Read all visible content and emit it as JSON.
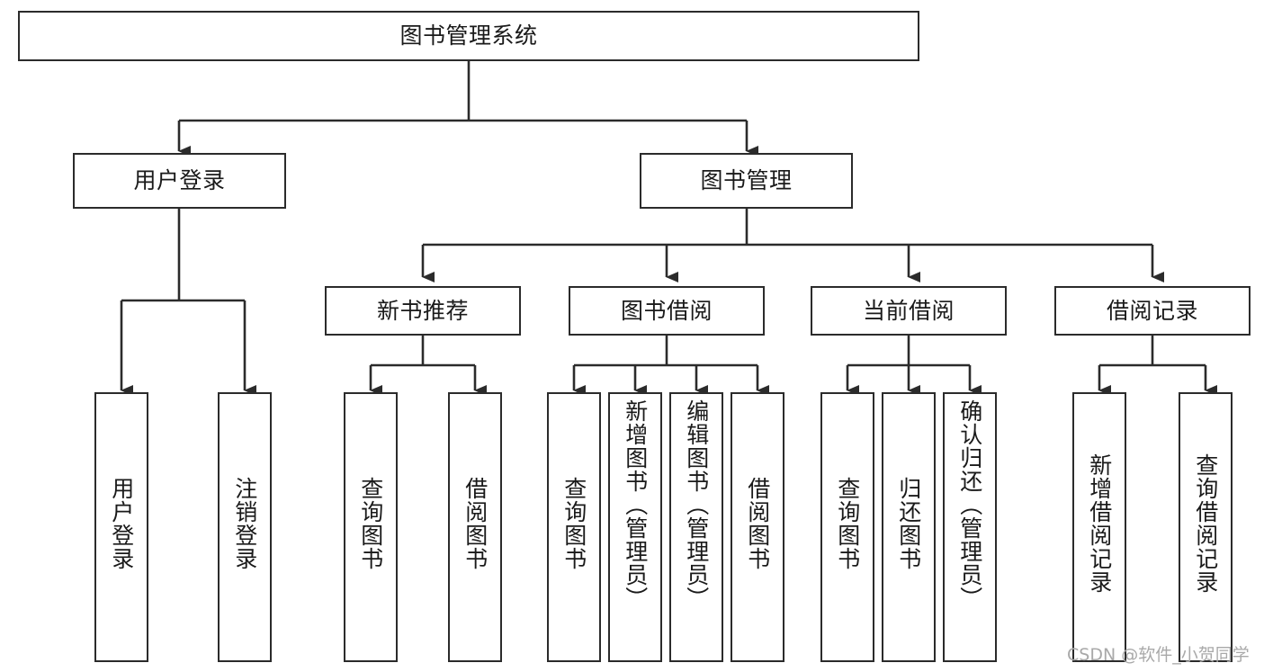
{
  "diagram": {
    "title": "图书管理系统",
    "type": "tree-hierarchy-chart",
    "root": {
      "label": "图书管理系统"
    },
    "level2": [
      {
        "label": "用户登录"
      },
      {
        "label": "图书管理"
      }
    ],
    "level3": [
      {
        "label": "新书推荐"
      },
      {
        "label": "图书借阅"
      },
      {
        "label": "当前借阅"
      },
      {
        "label": "借阅记录"
      }
    ],
    "leaves": {
      "user_login": [
        {
          "label": "用户登录"
        },
        {
          "label": "注销登录"
        }
      ],
      "new_book_recommend": [
        {
          "label": "查询图书"
        },
        {
          "label": "借阅图书"
        }
      ],
      "book_borrow": [
        {
          "label": "查询图书"
        },
        {
          "label": "新增图书（管理员）"
        },
        {
          "label": "编辑图书（管理员）"
        },
        {
          "label": "借阅图书"
        }
      ],
      "current_borrow": [
        {
          "label": "查询图书"
        },
        {
          "label": "归还图书"
        },
        {
          "label": "确认归还（管理员）"
        }
      ],
      "borrow_record": [
        {
          "label": "新增借阅记录"
        },
        {
          "label": "查询借阅记录"
        }
      ]
    },
    "watermark": "CSDN @软件_小贺同学",
    "colors": {
      "stroke": "#2b2b2b",
      "fill": "#ffffff",
      "text": "#1a1a1a",
      "watermark": "#a9a9a9"
    }
  }
}
